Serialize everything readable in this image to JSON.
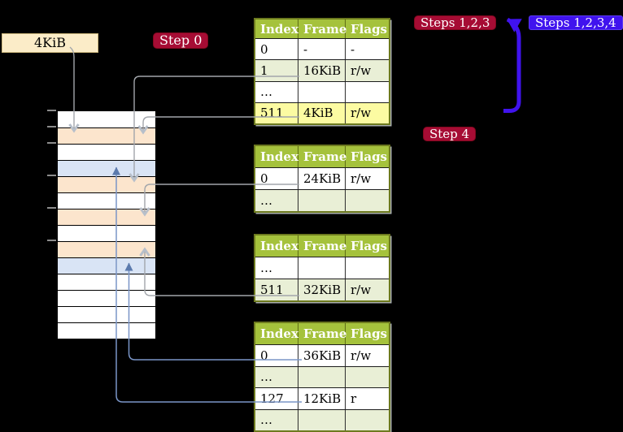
{
  "frame_label": {
    "text": "4KiB"
  },
  "badges": {
    "step0": "Step 0",
    "steps123": "Steps 1,2,3",
    "steps1234": "Steps 1,2,3,4",
    "step4": "Step 4"
  },
  "tables": [
    {
      "headers": [
        "Index",
        "Frame",
        "Flags"
      ],
      "rows": [
        {
          "index": "0",
          "frame": "-",
          "flags": "-",
          "tone": "plain"
        },
        {
          "index": "1",
          "frame": "16KiB",
          "flags": "r/w",
          "tone": "green"
        },
        {
          "index": "…",
          "frame": "",
          "flags": "",
          "tone": "plain"
        },
        {
          "index": "511",
          "frame": "4KiB",
          "flags": "r/w",
          "tone": "yellow"
        }
      ]
    },
    {
      "headers": [
        "Index",
        "Frame",
        "Flags"
      ],
      "rows": [
        {
          "index": "0",
          "frame": "24KiB",
          "flags": "r/w",
          "tone": "plain"
        },
        {
          "index": "…",
          "frame": "",
          "flags": "",
          "tone": "green"
        }
      ]
    },
    {
      "headers": [
        "Index",
        "Frame",
        "Flags"
      ],
      "rows": [
        {
          "index": "…",
          "frame": "",
          "flags": "",
          "tone": "plain"
        },
        {
          "index": "511",
          "frame": "32KiB",
          "flags": "r/w",
          "tone": "green"
        }
      ]
    },
    {
      "headers": [
        "Index",
        "Frame",
        "Flags"
      ],
      "rows": [
        {
          "index": "0",
          "frame": "36KiB",
          "flags": "r/w",
          "tone": "plain"
        },
        {
          "index": "…",
          "frame": "",
          "flags": "",
          "tone": "green"
        },
        {
          "index": "127",
          "frame": "12KiB",
          "flags": "r",
          "tone": "plain"
        },
        {
          "index": "…",
          "frame": "",
          "flags": "",
          "tone": "green"
        }
      ]
    }
  ],
  "memory_stack": {
    "rows": [
      {
        "color": "white"
      },
      {
        "color": "orange"
      },
      {
        "color": "white"
      },
      {
        "color": "blue"
      },
      {
        "color": "orange"
      },
      {
        "color": "white"
      },
      {
        "color": "orange"
      },
      {
        "color": "white"
      },
      {
        "color": "orange"
      },
      {
        "color": "blue"
      },
      {
        "color": "white"
      },
      {
        "color": "white"
      },
      {
        "color": "white"
      },
      {
        "color": "white"
      }
    ]
  },
  "colors": {
    "badge_red": "#a60c34",
    "badge_blue": "#4013ee",
    "table_header_green": "#a5c23c",
    "table_row_green": "#e9efd6",
    "highlight_yellow": "#fcfba2",
    "frame_orange": "#fce5cd",
    "frame_blue": "#d9e4f5",
    "frame_label_bg": "#fbecc8",
    "connector_grey": "#a2a6ab",
    "connector_blue": "#7a95c7"
  }
}
